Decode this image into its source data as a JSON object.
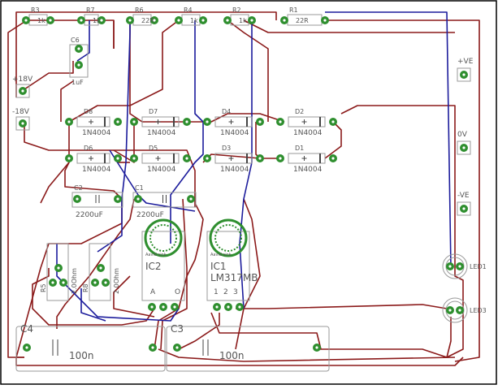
{
  "colors": {
    "background": "#ffffff",
    "board_outline": "#000000",
    "bottom_trace": "#8b1a1a",
    "top_trace": "#1c1c9c",
    "pad": "#2f8f2f",
    "silkscreen": "#9a9a9a",
    "text": "#555555"
  },
  "resistors": [
    {
      "ref": "R3",
      "value": "1k"
    },
    {
      "ref": "R7",
      "value": "1k"
    },
    {
      "ref": "R6",
      "value": "22R"
    },
    {
      "ref": "R4",
      "value": "1k"
    },
    {
      "ref": "R2",
      "value": "1k"
    },
    {
      "ref": "R1",
      "value": "22R"
    }
  ],
  "capacitors_small": [
    {
      "ref": "C6",
      "value": "1uF"
    }
  ],
  "capacitors_large": [
    {
      "ref": "C2",
      "value": "2200uF"
    },
    {
      "ref": "C1",
      "value": "2200uF"
    }
  ],
  "capacitors_long": [
    {
      "ref": "C4",
      "value": "100n"
    },
    {
      "ref": "C3",
      "value": "100n"
    }
  ],
  "diodes": [
    {
      "ref": "D8",
      "part": "1N4004"
    },
    {
      "ref": "D7",
      "part": "1N4004"
    },
    {
      "ref": "D4",
      "part": "1N4004"
    },
    {
      "ref": "D2",
      "part": "1N4004"
    },
    {
      "ref": "D6",
      "part": "1N4004"
    },
    {
      "ref": "D5",
      "part": "1N4004"
    },
    {
      "ref": "D3",
      "part": "1N4004"
    },
    {
      "ref": "D1",
      "part": "1N4004"
    }
  ],
  "pots": [
    {
      "ref": "R5",
      "value": "2.0Ohm"
    },
    {
      "ref": "R8",
      "value": "2.0Ohm"
    }
  ],
  "regulators": [
    {
      "ref": "IC2",
      "part": "",
      "heatsink": "Aavid sink"
    },
    {
      "ref": "IC1",
      "part": "LM317MB",
      "heatsink": "Aavid sink"
    }
  ],
  "regulator_pins": {
    "left": "A",
    "right": "O",
    "pin1": "1",
    "pin2": "2",
    "pin3": "3"
  },
  "terminals": [
    {
      "label": "+18V"
    },
    {
      "label": "-18V"
    },
    {
      "label": "+VE"
    },
    {
      "label": "0V"
    },
    {
      "label": "-VE"
    }
  ],
  "leds": [
    {
      "ref": "LED1"
    },
    {
      "ref": "LED3"
    }
  ]
}
